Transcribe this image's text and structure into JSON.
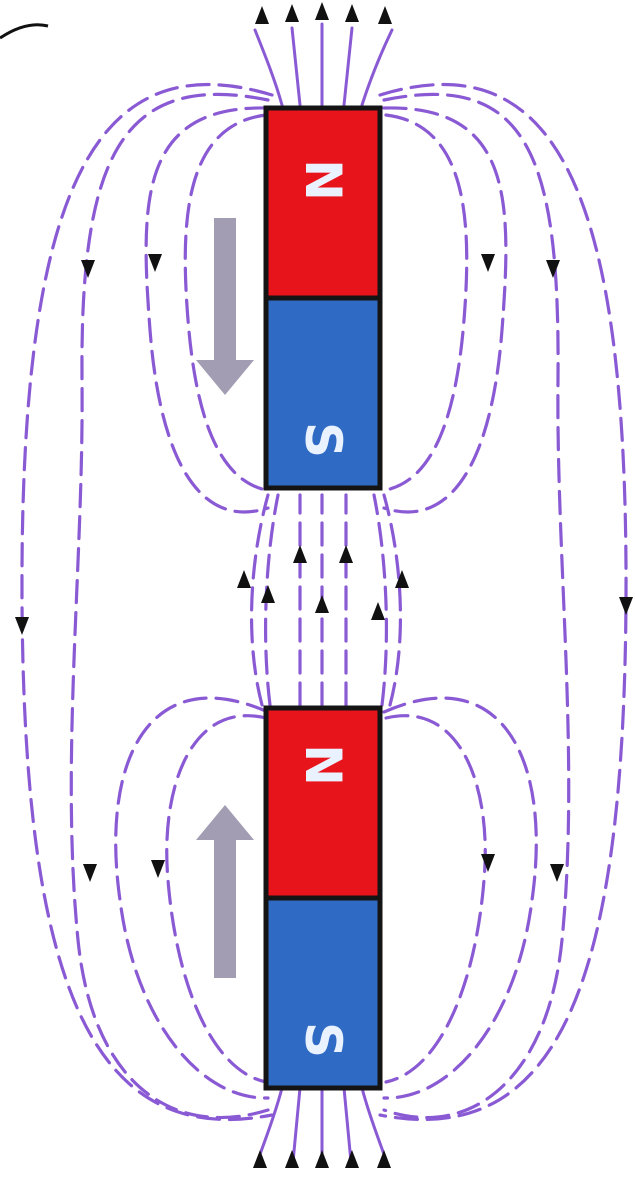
{
  "magnets": {
    "top": {
      "north_label": "N",
      "south_label": "S"
    },
    "bottom": {
      "north_label": "N",
      "south_label": "S"
    }
  },
  "colors": {
    "north": "#e8141c",
    "south": "#2f6bc4",
    "outline": "#141414",
    "field_line": "#8a5ad4",
    "field_arrow": "#111111",
    "motion_arrow": "#a39db3"
  },
  "icons": {
    "top_motion": "arrow-down-icon",
    "bottom_motion": "arrow-up-icon"
  }
}
